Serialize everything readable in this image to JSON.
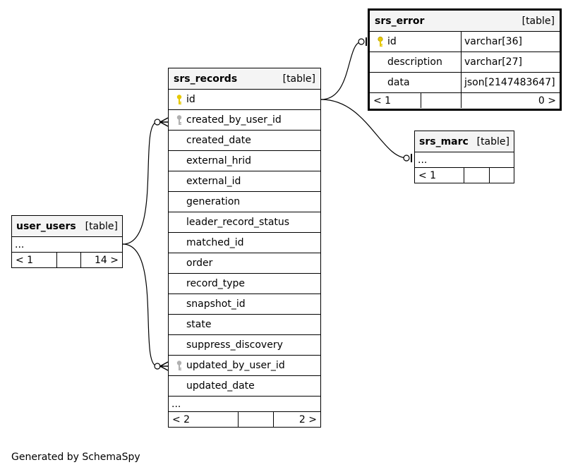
{
  "footer": "Generated by SchemaSpy",
  "srs_records": {
    "name": "srs_records",
    "kind": "[table]",
    "columns": [
      {
        "label": "id",
        "icon": "primary-key-icon"
      },
      {
        "label": "created_by_user_id",
        "icon": "foreign-key-icon"
      },
      {
        "label": "created_date"
      },
      {
        "label": "external_hrid"
      },
      {
        "label": "external_id"
      },
      {
        "label": "generation"
      },
      {
        "label": "leader_record_status"
      },
      {
        "label": "matched_id"
      },
      {
        "label": "order"
      },
      {
        "label": "record_type"
      },
      {
        "label": "snapshot_id"
      },
      {
        "label": "state"
      },
      {
        "label": "suppress_discovery"
      },
      {
        "label": "updated_by_user_id",
        "icon": "foreign-key-icon"
      },
      {
        "label": "updated_date"
      }
    ],
    "more": "...",
    "nav": {
      "left": "< 2",
      "right": "2 >"
    }
  },
  "srs_error": {
    "name": "srs_error",
    "kind": "[table]",
    "columns": [
      {
        "label": "id",
        "type": "varchar[36]",
        "icon": "primary-key-icon"
      },
      {
        "label": "description",
        "type": "varchar[27]"
      },
      {
        "label": "data",
        "type": "json[2147483647]"
      }
    ],
    "nav": {
      "left": "< 1",
      "right": "0 >"
    }
  },
  "srs_marc": {
    "name": "srs_marc",
    "kind": "[table]",
    "more": "...",
    "nav": {
      "left": "< 1",
      "right": ""
    }
  },
  "user_users": {
    "name": "user_users",
    "kind": "[table]",
    "more": "...",
    "nav": {
      "left": "< 1",
      "right": "14 >"
    }
  },
  "colors": {
    "primary_key": "#e6c800",
    "foreign_key": "#b0b0b0",
    "header_bg": "#f4f4f4",
    "line": "#000000"
  }
}
